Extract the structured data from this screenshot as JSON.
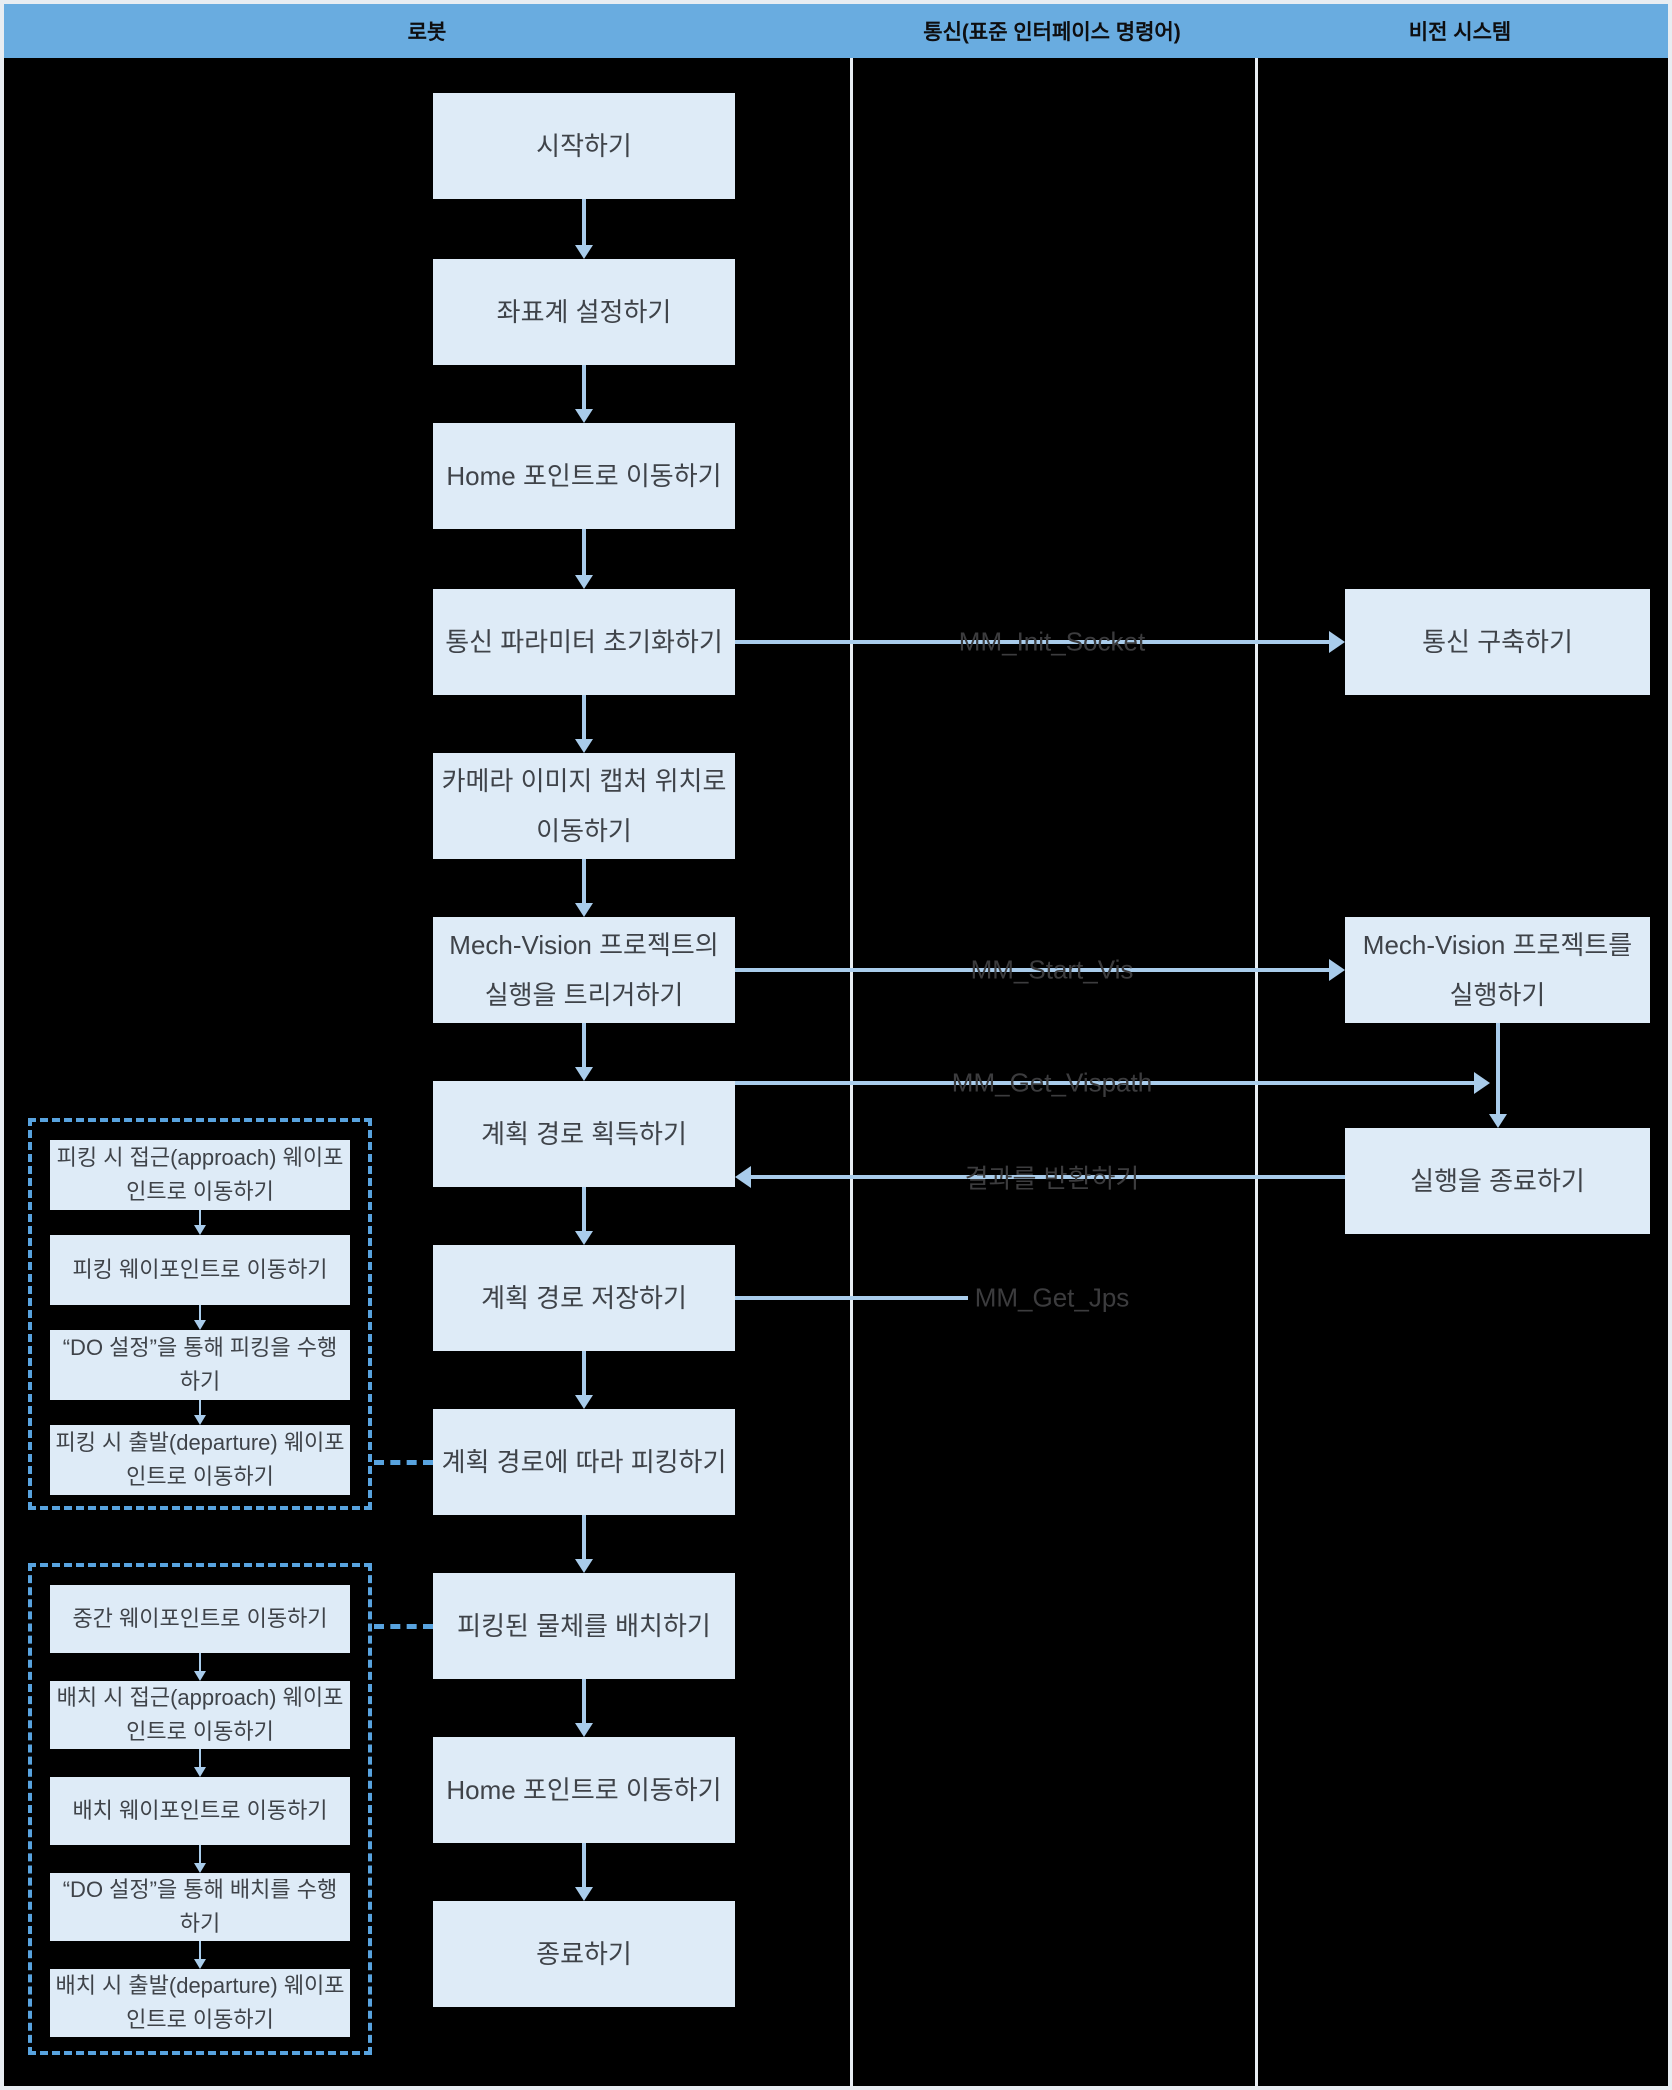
{
  "header": {
    "lanes": [
      {
        "label": "로봇"
      },
      {
        "label": "통신(표준 인터페이스 명령어)"
      },
      {
        "label": "비전 시스템"
      }
    ]
  },
  "robot_flow": [
    {
      "label": "시작하기"
    },
    {
      "label": "좌표계 설정하기"
    },
    {
      "label": "Home 포인트로 이동하기"
    },
    {
      "label": "통신 파라미터 초기화하기"
    },
    {
      "label": "카메라 이미지 캡처 위치로 이동하기"
    },
    {
      "label": "Mech-Vision 프로젝트의 실행을 트리거하기"
    },
    {
      "label": "계획 경로 획득하기"
    },
    {
      "label": "계획 경로 저장하기"
    },
    {
      "label": "계획 경로에 따라 피킹하기"
    },
    {
      "label": "피킹된 물체를 배치하기"
    },
    {
      "label": "Home 포인트로 이동하기"
    },
    {
      "label": "종료하기"
    }
  ],
  "vision_flow": [
    {
      "label": "통신 구축하기"
    },
    {
      "label": "Mech-Vision 프로젝트를 실행하기"
    },
    {
      "label": "실행을 종료하기"
    }
  ],
  "connectors": [
    {
      "label": "MM_Init_Socket"
    },
    {
      "label": "MM_Start_Vis"
    },
    {
      "label": "MM_Get_Vispath"
    },
    {
      "label": "결과를 반환하기"
    },
    {
      "label": "MM_Get_Jps"
    }
  ],
  "pick_group": {
    "steps": [
      {
        "label": "피킹 시 접근(approach) 웨이포인트로 이동하기"
      },
      {
        "label": "피킹 웨이포인트로 이동하기"
      },
      {
        "label": "“DO 설정”을 통해 피킹을 수행하기"
      },
      {
        "label": "피킹 시 출발(departure) 웨이포인트로 이동하기"
      }
    ]
  },
  "place_group": {
    "steps": [
      {
        "label": "중간 웨이포인트로 이동하기"
      },
      {
        "label": "배치 시 접근(approach) 웨이포인트로 이동하기"
      },
      {
        "label": "배치 웨이포인트로 이동하기"
      },
      {
        "label": "“DO 설정”을 통해 배치를 수행하기"
      },
      {
        "label": "배치 시 출발(departure) 웨이포인트로 이동하기"
      }
    ]
  },
  "colors": {
    "header_blue": "#69ace0",
    "node_fill": "#deebf7",
    "arrow_blue": "#a9cceb",
    "dashed_blue": "#58a3df",
    "frame_white": "#e8edf2",
    "background": "#000000",
    "node_text": "#3f4349"
  }
}
